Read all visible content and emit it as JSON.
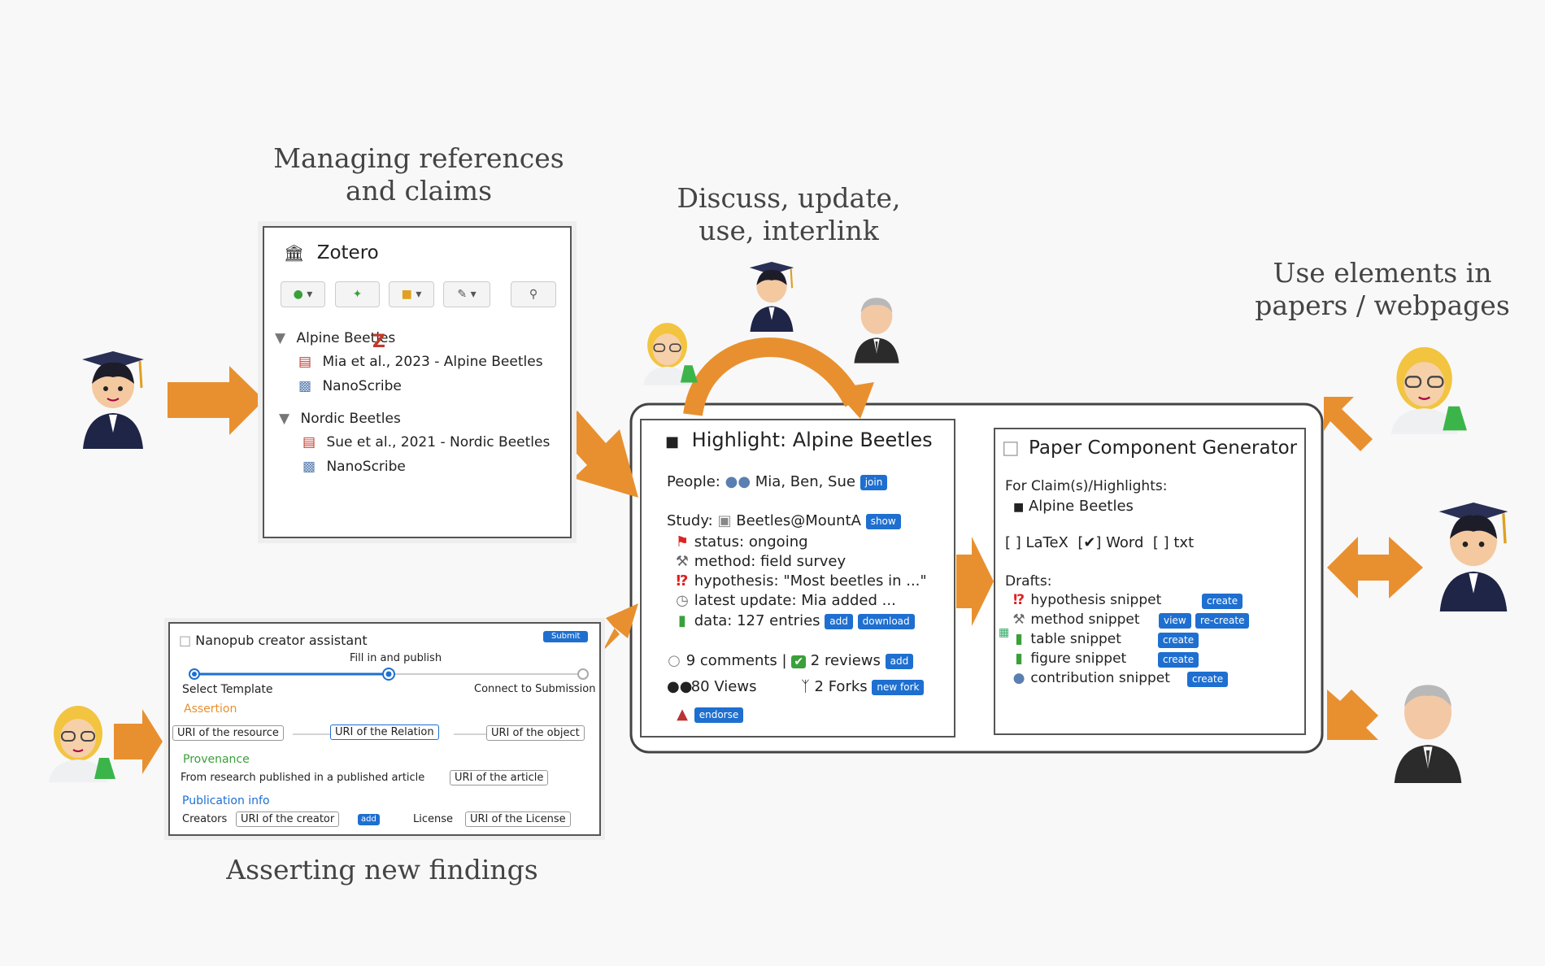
{
  "captions": {
    "managing": [
      "Managing references",
      "and claims"
    ],
    "discuss": [
      "Discuss, update,",
      "use, interlink"
    ],
    "use_elements": [
      "Use elements in",
      "papers / webpages"
    ],
    "asserting": "Asserting new findings"
  },
  "zotero": {
    "title": "Zotero",
    "tree": [
      {
        "label": "Alpine Beetles",
        "children": [
          "Mia et al., 2023 - Alpine Beetles",
          "NanoScribe"
        ]
      },
      {
        "label": "Nordic Beetles",
        "children": [
          "Sue et al., 2021 - Nordic Beetles",
          "NanoScribe"
        ]
      }
    ],
    "z_badge": "Z"
  },
  "highlight": {
    "title": "Highlight: Alpine Beetles",
    "people_label": "People:",
    "people": "Mia, Ben, Sue",
    "join": "join",
    "study_label": "Study:",
    "study": "Beetles@MountA",
    "show": "show",
    "status": "status: ongoing",
    "method": "method: field survey",
    "hypothesis": "hypothesis: \"Most beetles in ...\"",
    "latest": "latest update: Mia added ...",
    "data": "data: 127 entries",
    "add": "add",
    "download": "download",
    "comments": "9 comments",
    "reviews": "2 reviews",
    "views": "80 Views",
    "forks": "2 Forks",
    "new_fork": "new fork",
    "endorse": "endorse"
  },
  "generator": {
    "title": "Paper Component Generator",
    "for_label": "For Claim(s)/Highlights:",
    "for_item": "Alpine Beetles",
    "formats": "[ ] LaTeX  [✔] Word  [ ] txt",
    "drafts_label": "Drafts:",
    "drafts": [
      {
        "label": "hypothesis snippet",
        "buttons": [
          "create"
        ]
      },
      {
        "label": "method snippet",
        "buttons": [
          "view",
          "re-create"
        ]
      },
      {
        "label": "table snippet",
        "buttons": [
          "create"
        ]
      },
      {
        "label": "figure snippet",
        "buttons": [
          "create"
        ]
      },
      {
        "label": "contribution snippet",
        "buttons": [
          "create"
        ]
      }
    ]
  },
  "nanopub": {
    "title": "Nanopub creator assistant",
    "submit": "Submit",
    "step_center": "Fill in and publish",
    "step_left": "Select Template",
    "step_right": "Connect to Submission",
    "assertion": "Assertion",
    "uri_resource": "URI of the resource",
    "uri_relation": "URI of the Relation",
    "uri_object": "URI of the object",
    "provenance": "Provenance",
    "from_research": "From research published in a published article",
    "uri_article": "URI of the article",
    "pubinfo": "Publication info",
    "creators": "Creators",
    "uri_creator": "URI of the creator",
    "add": "add",
    "license": "License",
    "uri_license": "URI of the License"
  },
  "colors": {
    "arrow": "#e8902f",
    "button": "#1e6fd0",
    "assertion": "#e8902f",
    "provenance": "#3aa03a",
    "pubinfo": "#1e6fd0"
  },
  "icons": [
    "museum-icon",
    "pdf-icon",
    "note-icon",
    "folder-icon",
    "people-icon",
    "calendar-icon",
    "flag-icon",
    "tools-icon",
    "exclamation-icon",
    "clock-icon",
    "chart-icon",
    "speech-icon",
    "check-icon",
    "eyes-icon",
    "fork-icon",
    "stamp-icon",
    "page-icon",
    "table-icon"
  ]
}
